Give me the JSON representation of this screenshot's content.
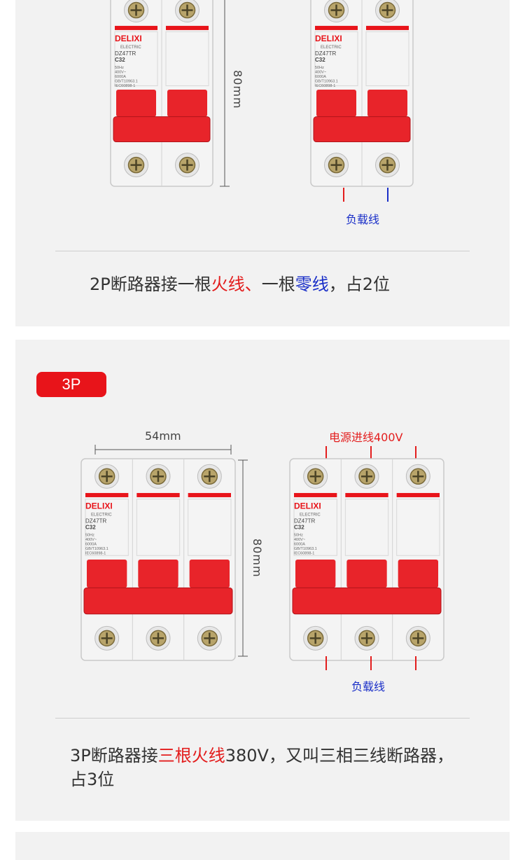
{
  "section_2p": {
    "dimension_height": "80mm",
    "load_line_label": "负载线",
    "caption": {
      "part1": "2P断路器接一根",
      "fire": "火线、",
      "part2": "一根",
      "zero": "零线",
      "part3": "，占2位"
    }
  },
  "section_3p": {
    "badge": "3P",
    "dimension_width": "54mm",
    "dimension_height": "80mm",
    "power_line_label": "电源进线400V",
    "load_line_label": "负载线",
    "caption": {
      "part1": "3P断路器接",
      "fire": "三根火线",
      "part2": "380V，又叫三相三线断路器，占3位"
    }
  },
  "breaker_label": {
    "brand": "DELIXI",
    "sub": "ELECTRIC",
    "model": "DZ47TR",
    "rating": "C32",
    "spec_lines": [
      "50Hz",
      "400V~",
      "6000A",
      "GB/T10963.1",
      "IEC60898-1"
    ]
  },
  "colors": {
    "accent_red": "#e8141a",
    "neutral_blue": "#1a2fc8",
    "panel_bg": "#f2f2f2"
  }
}
